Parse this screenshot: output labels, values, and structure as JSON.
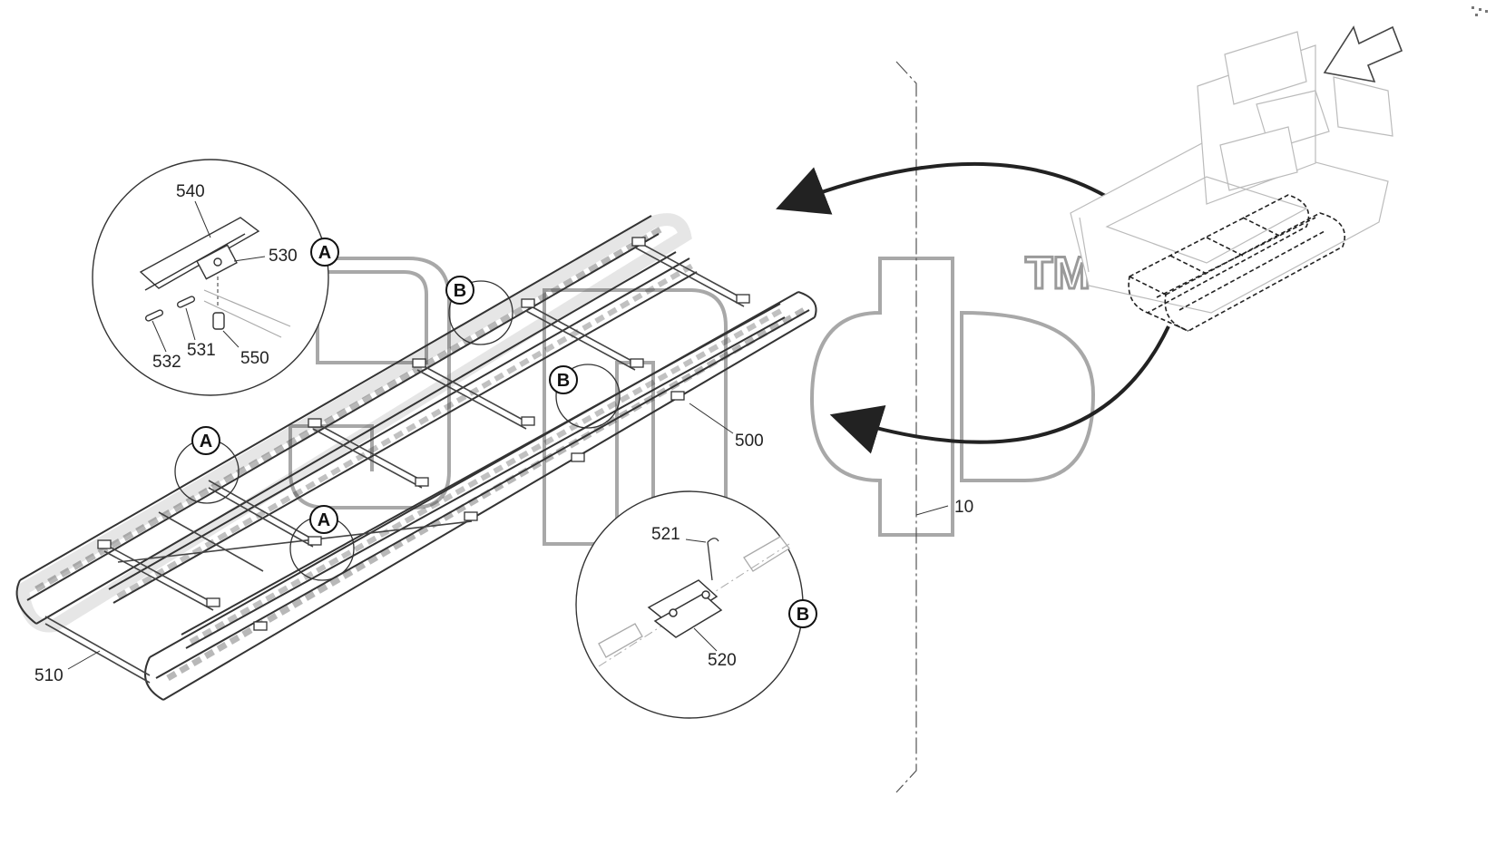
{
  "watermark": {
    "trademark": "TM",
    "color": "#9a9a9a"
  },
  "part_labels": {
    "p10": "10",
    "p500": "500",
    "p510": "510",
    "p520": "520",
    "p521": "521",
    "p530": "530",
    "p531": "531",
    "p532": "532",
    "p540": "540",
    "p550": "550"
  },
  "detail_markers": {
    "a": "A",
    "b": "B"
  },
  "colors": {
    "line": "#333333",
    "light": "#aaaaaa",
    "bg": "#ffffff"
  },
  "icons": [
    "arrow-view-icon",
    "curved-arrow-icon"
  ]
}
